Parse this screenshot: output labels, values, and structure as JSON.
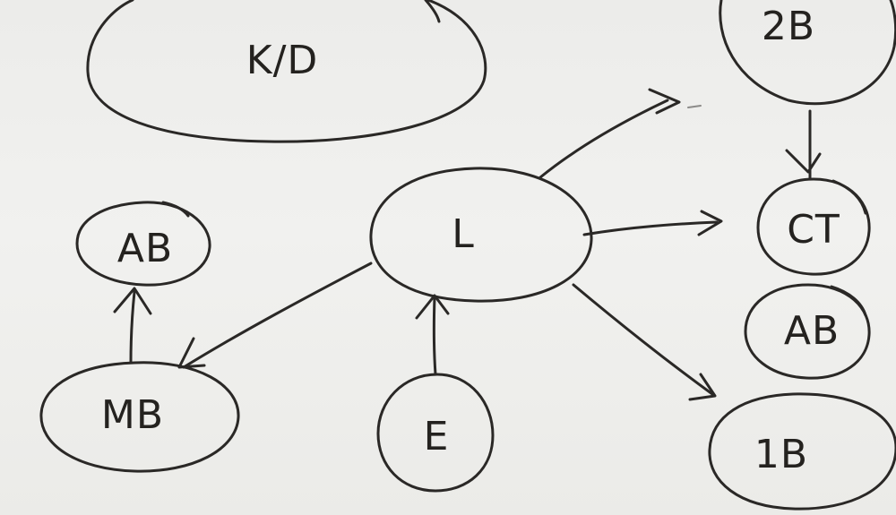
{
  "nodes": {
    "kd": {
      "label": "K/D"
    },
    "l": {
      "label": "L"
    },
    "ab_left": {
      "label": "AB"
    },
    "mb": {
      "label": "MB"
    },
    "e": {
      "label": "E"
    },
    "b2": {
      "label": "2B"
    },
    "ct": {
      "label": "CT"
    },
    "ab_right": {
      "label": "AB"
    },
    "b1": {
      "label": "1B"
    }
  },
  "edges": [
    {
      "from": "L",
      "to": "2B (direction)"
    },
    {
      "from": "L",
      "to": "CT"
    },
    {
      "from": "L",
      "to": "1B"
    },
    {
      "from": "L",
      "to": "MB"
    },
    {
      "from": "E",
      "to": "L"
    },
    {
      "from": "MB",
      "to": "AB"
    },
    {
      "from": "2B",
      "to": "CT"
    }
  ],
  "colors": {
    "ink": "#2a2826",
    "paper": "#efefec"
  }
}
